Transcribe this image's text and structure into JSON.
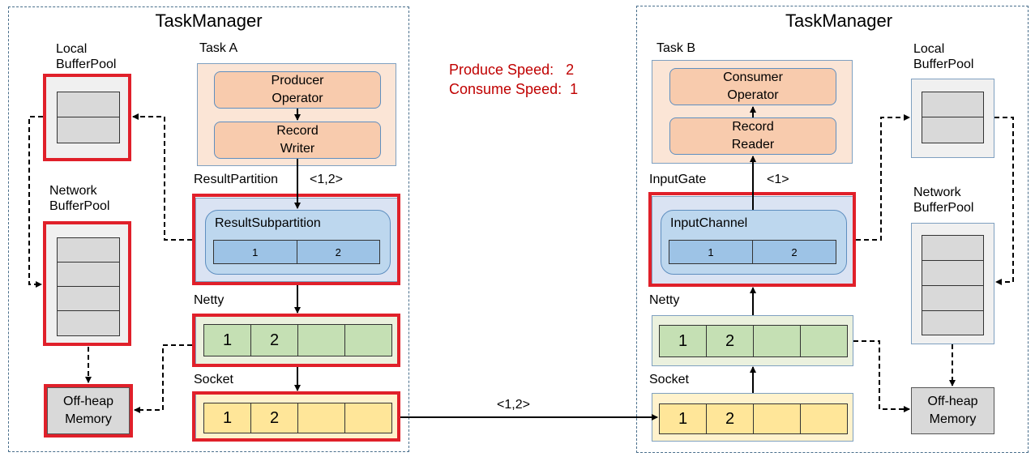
{
  "left": {
    "title": "TaskManager",
    "local_pool": [
      "Local",
      "BufferPool"
    ],
    "network_pool": [
      "Network",
      "BufferPool"
    ],
    "offheap": [
      "Off-heap",
      "Memory"
    ],
    "task_label": "Task A",
    "op1": [
      "Producer",
      "Operator"
    ],
    "op2": [
      "Record",
      "Writer"
    ],
    "partition_label": "ResultPartition",
    "edge_label": "<1,2>",
    "sub_label": "ResultSubpartition",
    "sub_cells": [
      "1",
      "2"
    ],
    "netty_label": "Netty",
    "netty_cells": [
      "1",
      "2",
      "",
      ""
    ],
    "socket_label": "Socket",
    "socket_cells": [
      "1",
      "2",
      "",
      ""
    ]
  },
  "right": {
    "title": "TaskManager",
    "local_pool": [
      "Local",
      "BufferPool"
    ],
    "network_pool": [
      "Network",
      "BufferPool"
    ],
    "offheap": [
      "Off-heap",
      "Memory"
    ],
    "task_label": "Task B",
    "op1": [
      "Consumer",
      "Operator"
    ],
    "op2": [
      "Record",
      "Reader"
    ],
    "gate_label": "InputGate",
    "edge_label": "<1>",
    "channel_label": "InputChannel",
    "channel_cells": [
      "1",
      "2"
    ],
    "netty_label": "Netty",
    "netty_cells": [
      "1",
      "2",
      "",
      ""
    ],
    "socket_label": "Socket",
    "socket_cells": [
      "1",
      "2",
      "",
      ""
    ]
  },
  "speed": {
    "produce": "Produce Speed:   2",
    "consume": "Consume Speed:  1"
  },
  "transfer_label": "<1,2>",
  "colors": {
    "highlight": "#e0202a",
    "speed_text": "#c00000",
    "task_fill": "#fbe5d6",
    "operator_fill": "#f8cbad",
    "partition_fill": "#dae3f3",
    "netty_fill": "#c5e0b4",
    "socket_fill": "#ffe699"
  }
}
